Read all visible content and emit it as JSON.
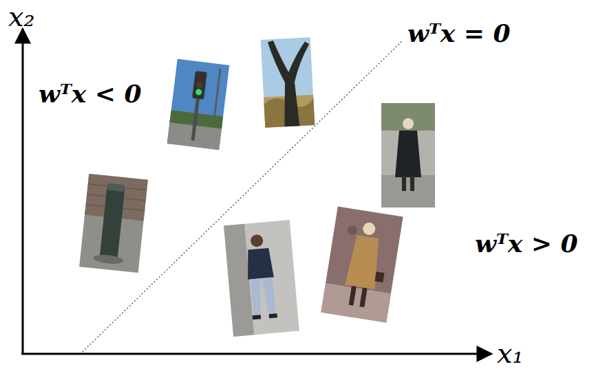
{
  "diagram": {
    "labels": [
      "x₂",
      "wᵀx = 0",
      "wᵀx < 0",
      "wᵀx > 0",
      "x₁"
    ]
  }
}
